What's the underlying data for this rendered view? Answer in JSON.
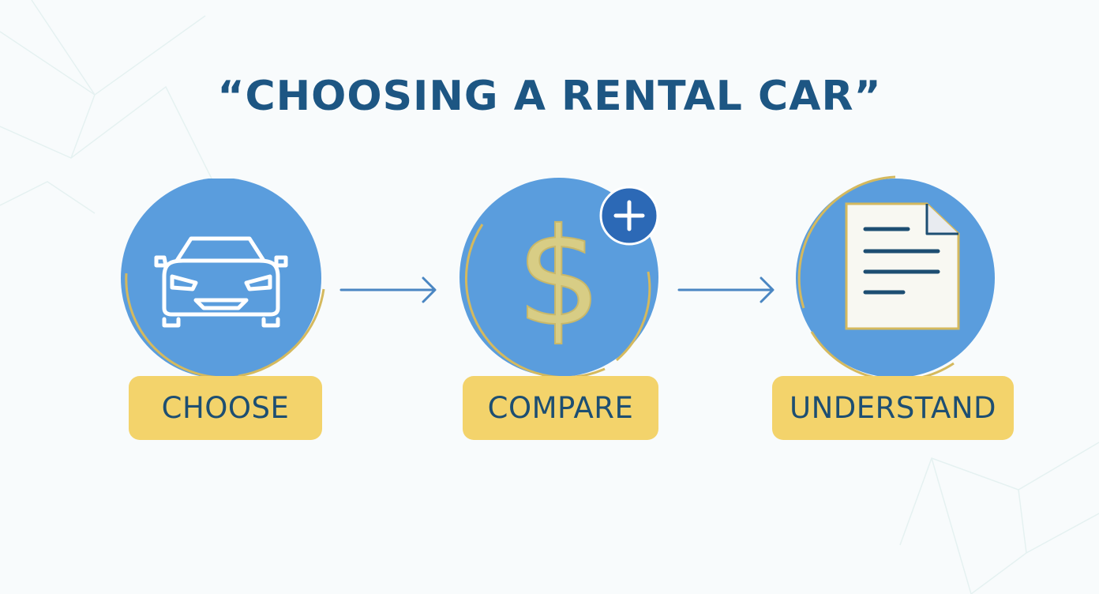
{
  "title": "“CHOOSING A RENTAL CAR”",
  "colors": {
    "circle_fill": "#5a9ddd",
    "accent_gold": "#d4b95e",
    "pill_fill": "#f3d36b",
    "title_text": "#1d5683",
    "label_text": "#1d4e72",
    "arrow": "#4a86c2",
    "plus_badge": "#2c69b6"
  },
  "steps": [
    {
      "label": "CHOOSE",
      "icon": "car-icon"
    },
    {
      "label": "COMPARE",
      "icon": "dollar-sign-icon",
      "badge_icon": "plus-icon"
    },
    {
      "label": "UNDERSTAND",
      "icon": "document-icon"
    }
  ],
  "connectors": [
    "arrow-right-icon",
    "arrow-right-icon"
  ]
}
